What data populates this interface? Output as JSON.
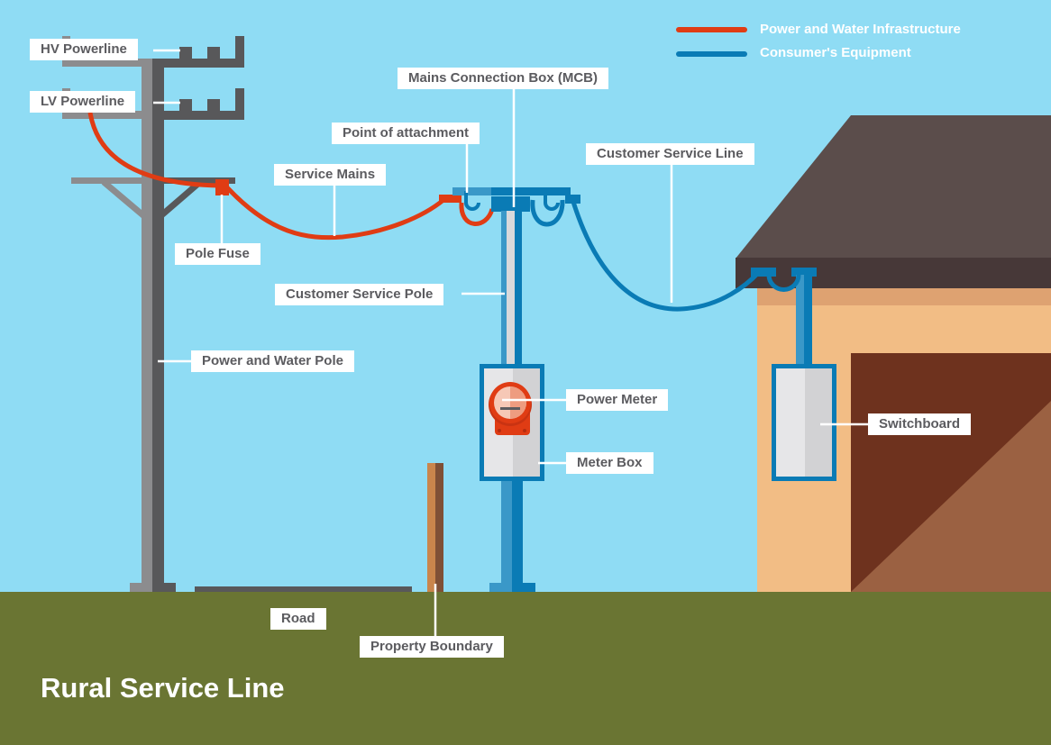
{
  "title": "Rural Service Line",
  "legend": [
    {
      "label": "Power and Water Infrastructure",
      "color": "#e03c14"
    },
    {
      "label": "Consumer's Equipment",
      "color": "#0a7bb5"
    }
  ],
  "labels": {
    "hv_powerline": "HV Powerline",
    "lv_powerline": "LV Powerline",
    "mains_connection_box": "Mains Connection Box (MCB)",
    "point_of_attachment": "Point of attachment",
    "service_mains": "Service Mains",
    "customer_service_line": "Customer Service Line",
    "pole_fuse": "Pole Fuse",
    "customer_service_pole": "Customer Service Pole",
    "power_and_water_pole": "Power and Water Pole",
    "power_meter": "Power Meter",
    "meter_box": "Meter Box",
    "switchboard": "Switchboard",
    "road": "Road",
    "property_boundary": "Property Boundary"
  },
  "colors": {
    "sky": "#8fdcf4",
    "ground": "#6a7533",
    "infrastructure": "#e03c14",
    "consumer": "#0a7bb5",
    "pole_light": "#8c8c8e",
    "pole_dark": "#58585a",
    "roof": "#5b4d4b",
    "eave": "#473838",
    "wall": "#f2bd85",
    "wall_band": "#dea271",
    "door_dark": "#6e321e",
    "door_light": "#9b6142",
    "label_bg": "#ffffff",
    "label_text": "#5b5b5f"
  }
}
